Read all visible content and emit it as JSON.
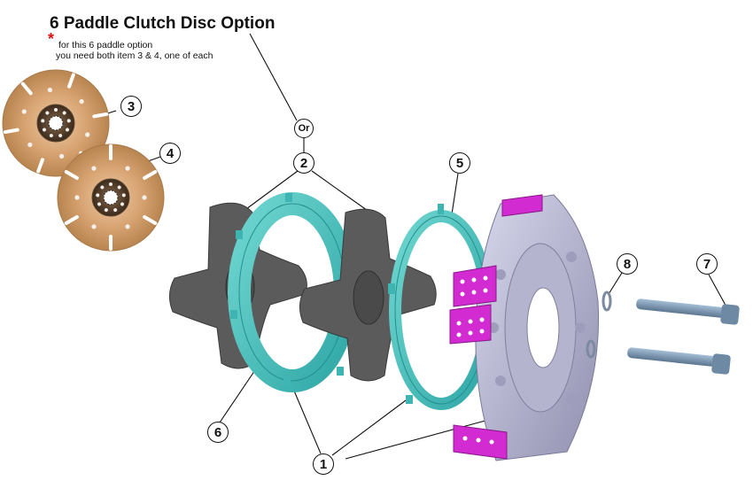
{
  "title": "6 Paddle Clutch Disc Option",
  "note": {
    "star": "*",
    "line1": "for this 6 paddle option",
    "line2": "you need both item 3 & 4, one of each"
  },
  "callouts": {
    "or": "Or",
    "c1": "1",
    "c2": "2",
    "c3": "3",
    "c4": "4",
    "c5": "5",
    "c6": "6",
    "c7": "7",
    "c8": "8"
  }
}
